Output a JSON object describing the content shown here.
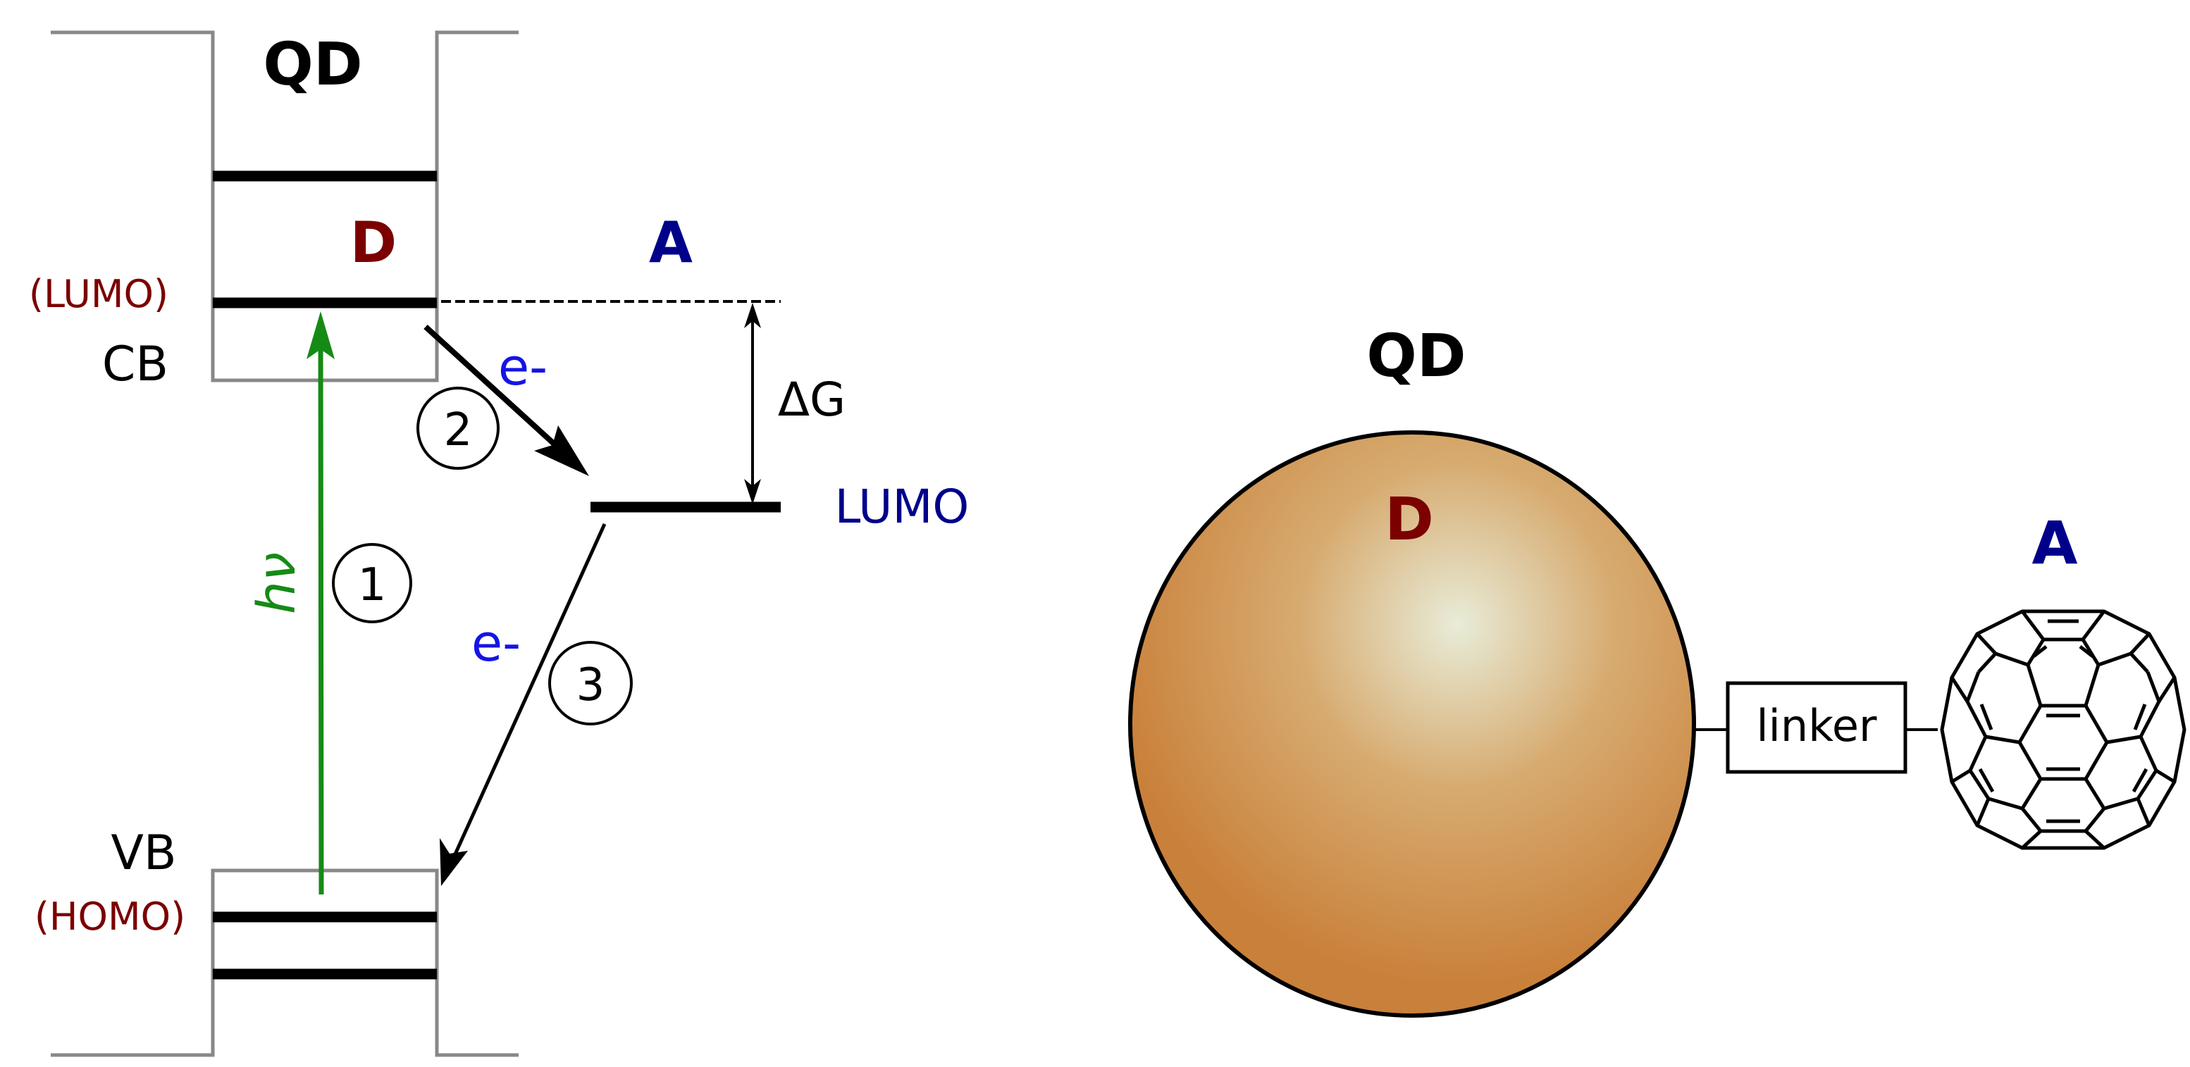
{
  "energy_diagram": {
    "qd_title": "QD",
    "donor_label": "D",
    "acceptor_label": "A",
    "cb_lumo_label": "(LUMO)",
    "cb_label": "CB",
    "vb_label": "VB",
    "vb_homo_label": "(HOMO)",
    "acceptor_lumo_label": "LUMO",
    "delta_g_label": "ΔG",
    "photon_label": "hν",
    "electron_label_1": "e-",
    "electron_label_2": "e-",
    "step_1": "1",
    "step_2": "2",
    "step_3": "3"
  },
  "structure_diagram": {
    "qd_title": "QD",
    "donor_label": "D",
    "acceptor_label": "A",
    "linker_label": "linker"
  },
  "colors": {
    "donor": "#7b0000",
    "acceptor": "#00008b",
    "electron": "#1414e6",
    "photon": "#158a15",
    "well_walls": "#888888",
    "sphere_base": "#c9803a",
    "sphere_highlight": "#e8ecd8"
  }
}
